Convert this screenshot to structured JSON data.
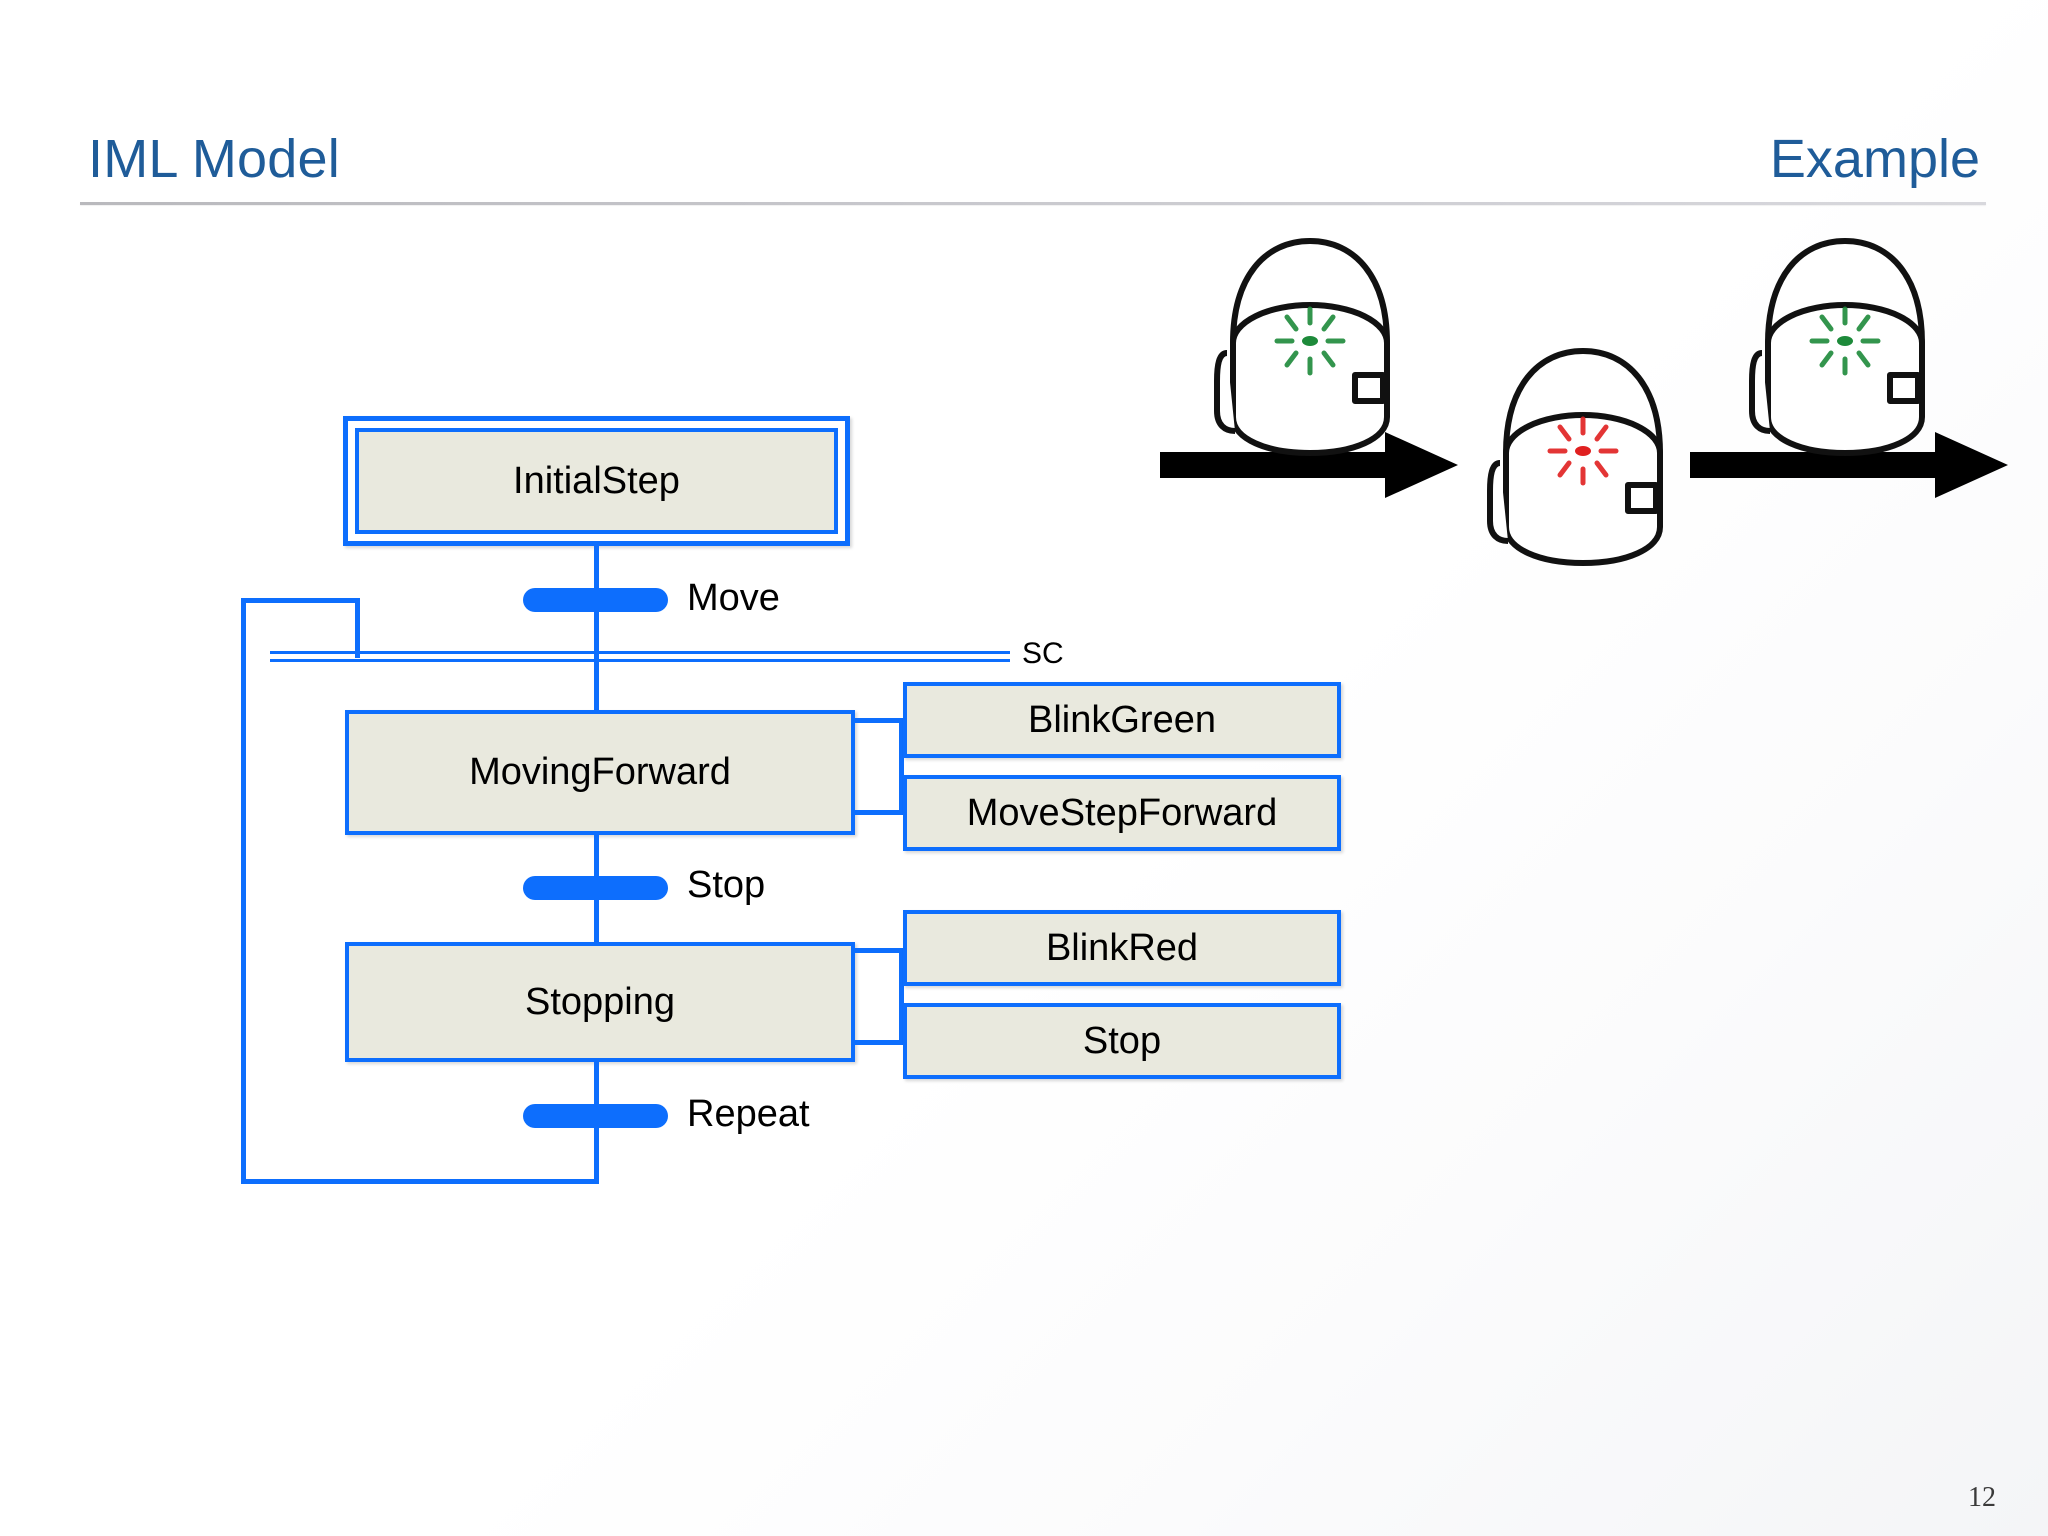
{
  "slide": {
    "title_left": "IML Model",
    "title_right": "Example",
    "page_number": "12",
    "accent_color": "#1f5c99",
    "diagram_line_color": "#0d6efd",
    "box_fill_color": "#e9e9de"
  },
  "diagram": {
    "steps": [
      {
        "id": "initial",
        "label": "InitialStep",
        "initial": true
      },
      {
        "id": "moving",
        "label": "MovingForward",
        "initial": false
      },
      {
        "id": "stopping",
        "label": "Stopping",
        "initial": false
      }
    ],
    "transitions": [
      {
        "id": "move",
        "label": "Move"
      },
      {
        "id": "stop",
        "label": "Stop"
      },
      {
        "id": "repeat",
        "label": "Repeat"
      }
    ],
    "actions": [
      {
        "id": "blink-green",
        "label": "BlinkGreen",
        "owner": "MovingForward"
      },
      {
        "id": "move-step-forward",
        "label": "MoveStepForward",
        "owner": "MovingForward"
      },
      {
        "id": "blink-red",
        "label": "BlinkRed",
        "owner": "Stopping"
      },
      {
        "id": "stop-action",
        "label": "Stop",
        "owner": "Stopping"
      }
    ],
    "sync_line": {
      "label": "SC"
    }
  },
  "example": {
    "robots": [
      {
        "id": "robot-1",
        "led": "green",
        "led_color": "#1d8a3a"
      },
      {
        "id": "robot-2",
        "led": "red",
        "led_color": "#e02020"
      },
      {
        "id": "robot-3",
        "led": "green",
        "led_color": "#1d8a3a"
      }
    ],
    "arrows": [
      {
        "id": "arrow-1"
      },
      {
        "id": "arrow-2"
      }
    ]
  }
}
